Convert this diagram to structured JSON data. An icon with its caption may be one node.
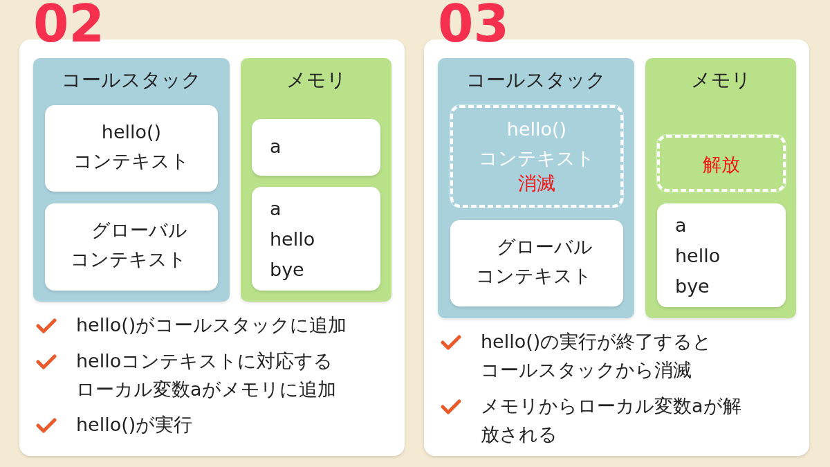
{
  "diagram": {
    "nodes": [
      {
        "text": [
          "02",
          "hello()がコールスタックに追加",
          "helloコンテキストに対応するローカル変数aがメモリに追加",
          "hello()が実行"
        ]
      },
      {
        "text": [
          "コールスタック"
        ],
        "in": 0
      },
      {
        "text": [
          "hello()コンテキスト"
        ],
        "in": 1
      },
      {
        "text": [
          "グローバルコンテキスト"
        ],
        "in": 1
      },
      {
        "text": [
          "メモリ"
        ],
        "in": 0
      },
      {
        "text": [
          "a"
        ],
        "in": 4
      },
      {
        "text": [
          "a",
          "hello",
          "bye"
        ],
        "in": 4
      },
      {
        "text": [
          "03",
          "hello()の実行が終了するとコールスタックから消滅",
          "メモリからローカル変数aが解放される"
        ]
      },
      {
        "text": [
          "コールスタック"
        ],
        "in": 7
      },
      {
        "text": [
          "hello()コンテキスト",
          "消滅"
        ],
        "in": 8
      },
      {
        "text": [
          "グローバルコンテキスト"
        ],
        "in": 8
      },
      {
        "text": [
          "メモリ"
        ],
        "in": 7
      },
      {
        "text": [
          "解放"
        ],
        "in": 11
      },
      {
        "text": [
          "a",
          "hello",
          "bye"
        ],
        "in": 11
      }
    ]
  }
}
